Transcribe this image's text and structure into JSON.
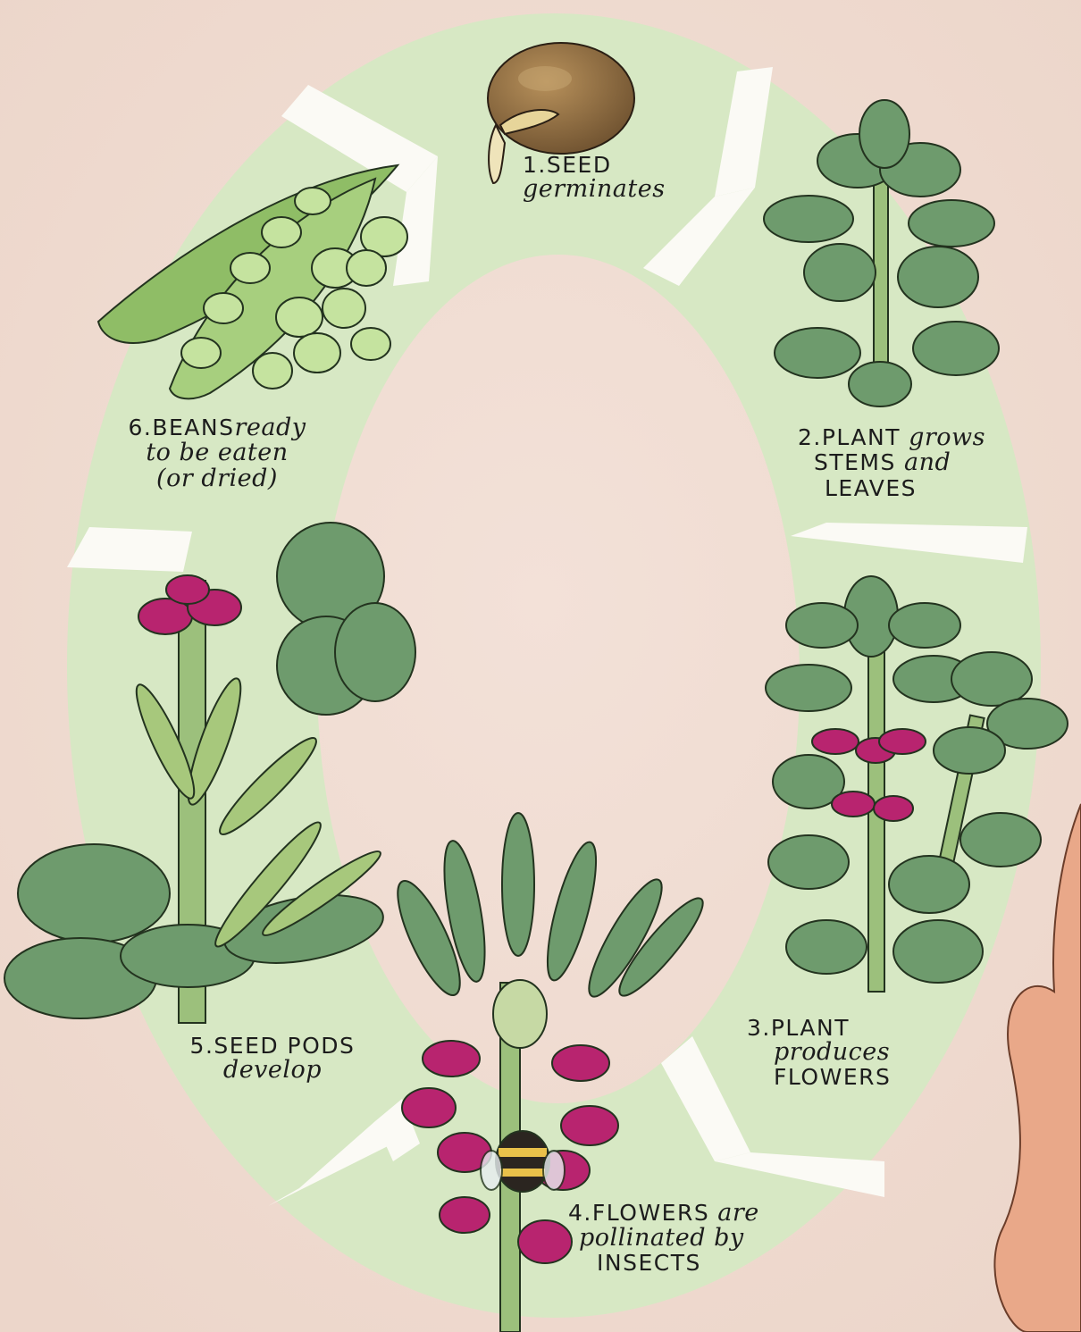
{
  "stages": [
    {
      "caps": "1.SEED",
      "italic": "germinates"
    },
    {
      "caps": "2.PLANT",
      "italic": "grows",
      "caps2": "STEMS",
      "italic2": "and",
      "caps3": "LEAVES"
    },
    {
      "caps": "3.PLANT",
      "italic": "produces",
      "caps2": "FLOWERS"
    },
    {
      "caps": "4.FLOWERS",
      "italic": "are",
      "italic2": "pollinated by",
      "caps2": "INSECTS"
    },
    {
      "caps": "5.SEED PODS",
      "italic": "develop"
    },
    {
      "caps": "6.BEANS",
      "italic": "ready",
      "italic2": "to be eaten",
      "italic3": "(or dried)"
    }
  ],
  "colors": {
    "background": "#f1dfd5",
    "cycle_ring": "#d7e8c4",
    "divider": "#fbfaf5",
    "leaf": "#6e9b6d",
    "stem": "#9cc07c",
    "flower": "#b8246f",
    "seed": "#9a7444",
    "bean": "#b7e08e"
  },
  "icons": [
    "seed-icon",
    "leafy-plant-icon",
    "flowering-plant-icon",
    "pollinated-flower-icon",
    "seed-pod-plant-icon",
    "bean-pod-icon",
    "hand-icon"
  ]
}
